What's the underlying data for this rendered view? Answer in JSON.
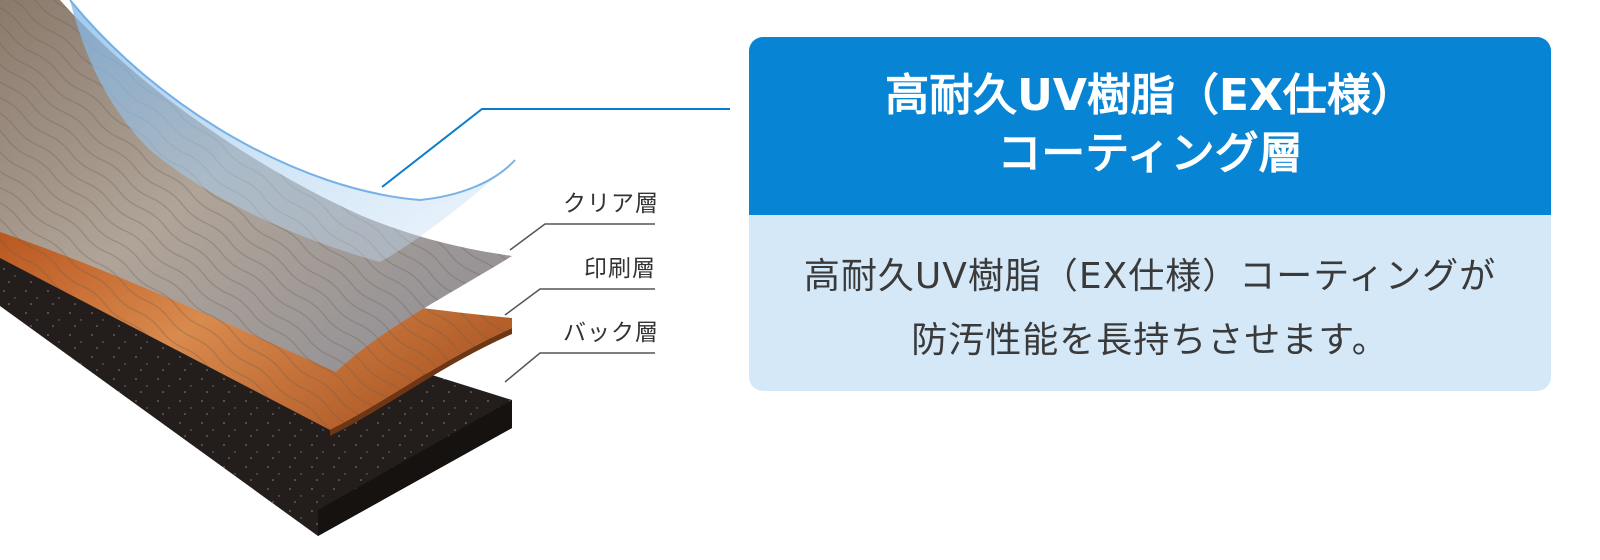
{
  "diagram": {
    "layers": [
      {
        "name": "clear-layer",
        "label": "クリア層"
      },
      {
        "name": "print-layer",
        "label": "印刷層"
      },
      {
        "name": "back-layer",
        "label": "バック層"
      }
    ],
    "colors": {
      "wood_top": "#a89a8c",
      "wood_print": "#c96a2a",
      "back": "#2b2522",
      "coating": "#9cc8ee",
      "leader_blue": "#0a7ccd",
      "leader_gray": "#555555"
    }
  },
  "callout": {
    "title_line1": "高耐久UV樹脂（EX仕様）",
    "title_line2": "コーティング層",
    "desc_line1": "高耐久UV樹脂（EX仕様）コーティングが",
    "desc_line2": "防汚性能を長持ちさせます。",
    "header_color": "#0785d4",
    "body_color": "#d5e8f8"
  }
}
